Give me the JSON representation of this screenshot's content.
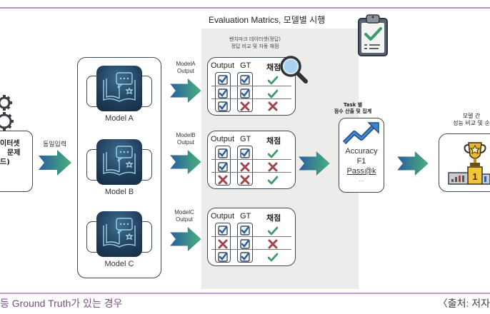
{
  "figure": {
    "eval_title": "Evaluation Matrics, 모델별 시행",
    "eval_subtitle_line1": "벤치마크 데이터셋(정답)",
    "eval_subtitle_line2": "정답 비교 및 자동 채점",
    "caption": "등 Ground Truth가 있는 경우",
    "source": "〈출처: 저자"
  },
  "dataset": {
    "line1": "이터셋",
    "line2": "문제",
    "line3": "드)",
    "input_label": "동일입력",
    "icon": "gears-icon"
  },
  "models": [
    {
      "name": "Model A",
      "output_line1": "ModelA",
      "output_line2": "Output"
    },
    {
      "name": "Model B",
      "output_line1": "ModelB",
      "output_line2": "Output"
    },
    {
      "name": "Model C",
      "output_line1": "ModelC",
      "output_line2": "Output"
    }
  ],
  "grading": {
    "headers": {
      "output": "Output",
      "gt": "GT",
      "score": "채점"
    },
    "tables": [
      {
        "rows": [
          {
            "output": "check",
            "gt": "check",
            "score": "pass"
          },
          {
            "output": "check",
            "gt": "check",
            "score": "pass"
          },
          {
            "output": "check",
            "gt": "cross",
            "score": "fail"
          }
        ]
      },
      {
        "rows": [
          {
            "output": "check",
            "gt": "check",
            "score": "pass"
          },
          {
            "output": "check",
            "gt": "cross",
            "score": "fail"
          },
          {
            "output": "cross",
            "gt": "cross",
            "score": "pass"
          }
        ]
      },
      {
        "rows": [
          {
            "output": "check",
            "gt": "check",
            "score": "pass"
          },
          {
            "output": "cross",
            "gt": "check",
            "score": "fail"
          },
          {
            "output": "check",
            "gt": "check",
            "score": "pass"
          }
        ]
      }
    ]
  },
  "metrics": {
    "head_line1": "Task 별",
    "head_line2": "점수 산출 및 집계",
    "items": [
      "Accuracy",
      "F1",
      "Pass@k",
      "..."
    ]
  },
  "ranking": {
    "head_line1": "모델 간",
    "head_line2": "성능 비교 및 순",
    "podium_first": "1"
  },
  "colors": {
    "rule_purple": "#b98fc3",
    "caption_purple": "#7a4f86",
    "check_blue": "#2a5f9e",
    "pass_green": "#3d9a6a",
    "fail_red": "#a0444e",
    "model_icon": "#1f3d5a",
    "trophy_gold": "#e8b730"
  }
}
